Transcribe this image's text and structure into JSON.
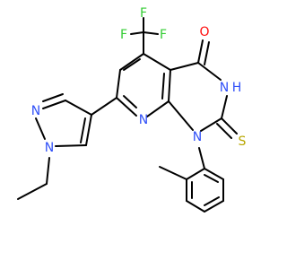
{
  "molecule": {
    "atoms": [
      {
        "id": "F1",
        "label": "F",
        "color": "#33cc33"
      },
      {
        "id": "F2",
        "label": "F",
        "color": "#33cc33"
      },
      {
        "id": "F3",
        "label": "F",
        "color": "#33cc33"
      },
      {
        "id": "O",
        "label": "O",
        "color": "#ff0d0d"
      },
      {
        "id": "NH",
        "label": "N",
        "color": "#3050f8"
      },
      {
        "id": "H",
        "label": "H",
        "color": "#3050f8"
      },
      {
        "id": "S",
        "label": "S",
        "color": "#b8a600"
      },
      {
        "id": "Npyr",
        "label": "N",
        "color": "#3050f8"
      },
      {
        "id": "N1",
        "label": "N",
        "color": "#3050f8"
      },
      {
        "id": "Nz2",
        "label": "N",
        "color": "#3050f8"
      },
      {
        "id": "Nz1",
        "label": "N",
        "color": "#3050f8"
      }
    ],
    "bond_color": "#000000",
    "background": "#ffffff"
  }
}
